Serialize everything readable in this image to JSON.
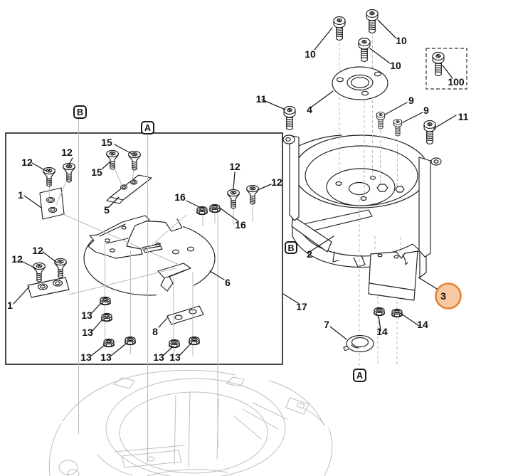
{
  "diagram": {
    "type": "exploded-parts-diagram",
    "background": "#ffffff",
    "line_color": "#1f1f1f",
    "faint_line_color": "#b9b9b9",
    "ghost_part_color": "#bdbdbd",
    "highlight": {
      "fill": "#f6c9a2",
      "stroke": "#e08433"
    },
    "section_markers": [
      "B",
      "A",
      "B",
      "A"
    ],
    "callouts": [
      "12",
      "12",
      "1",
      "15",
      "15",
      "5",
      "16",
      "16",
      "12",
      "12",
      "12",
      "12",
      "1",
      "13",
      "13",
      "13",
      "13",
      "8",
      "13",
      "13",
      "6",
      "17",
      "10",
      "10",
      "10",
      "100",
      "4",
      "11",
      "11",
      "9",
      "9",
      "2",
      "3",
      "14",
      "14",
      "7"
    ]
  }
}
